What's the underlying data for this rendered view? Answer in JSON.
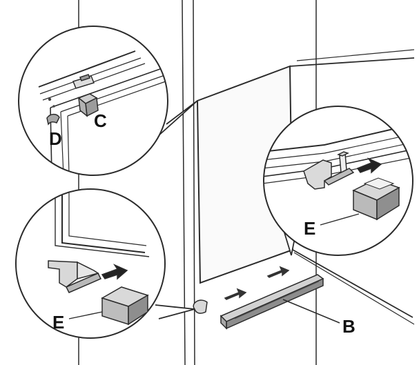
{
  "labels": {
    "c": "C",
    "d": "D",
    "e_right": "E",
    "e_left": "E",
    "b": "B"
  },
  "colors": {
    "line": "#2b2b2b",
    "light_fill": "#f1f1f1",
    "mid_fill": "#bdbdbd",
    "dark_fill": "#888888",
    "block_top": "#d6d6d6",
    "block_side": "#9f9f9f"
  }
}
